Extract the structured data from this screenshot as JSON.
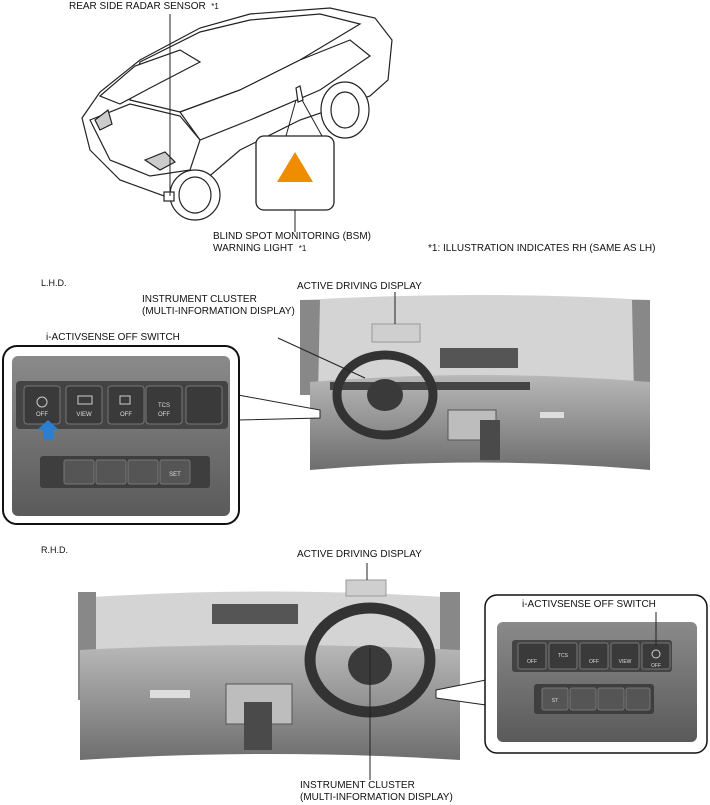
{
  "top": {
    "rear_sensor_label": "REAR SIDE RADAR SENSOR",
    "rear_sensor_note": "*1",
    "bsm_line1": "BLIND SPOT MONITORING (BSM)",
    "bsm_line2": "WARNING LIGHT",
    "bsm_note": "*1",
    "footnote": "*1: ILLUSTRATION INDICATES RH (SAME AS LH)",
    "warning_color": "#f08c00"
  },
  "lhd": {
    "heading": "L.H.D.",
    "cluster_line1": "INSTRUMENT CLUSTER",
    "cluster_line2": "(MULTI-INFORMATION DISPLAY)",
    "active_display": "ACTIVE DRIVING DISPLAY",
    "switch_title": "i-ACTIVSENSE OFF SWITCH",
    "switches": [
      "OFF",
      "VIEW",
      "OFF",
      "TCS",
      "OFF"
    ],
    "lower_switch": "SET",
    "arrow_color": "#2c7fd0"
  },
  "rhd": {
    "heading": "R.H.D.",
    "active_display": "ACTIVE DRIVING DISPLAY",
    "switch_title": "i-ACTIVSENSE OFF SWITCH",
    "cluster_line1": "INSTRUMENT CLUSTER",
    "cluster_line2": "(MULTI-INFORMATION DISPLAY)",
    "switches": [
      "OFF",
      "TCS",
      "OFF",
      "VIEW",
      "OFF"
    ],
    "lower_switch": "ST"
  }
}
